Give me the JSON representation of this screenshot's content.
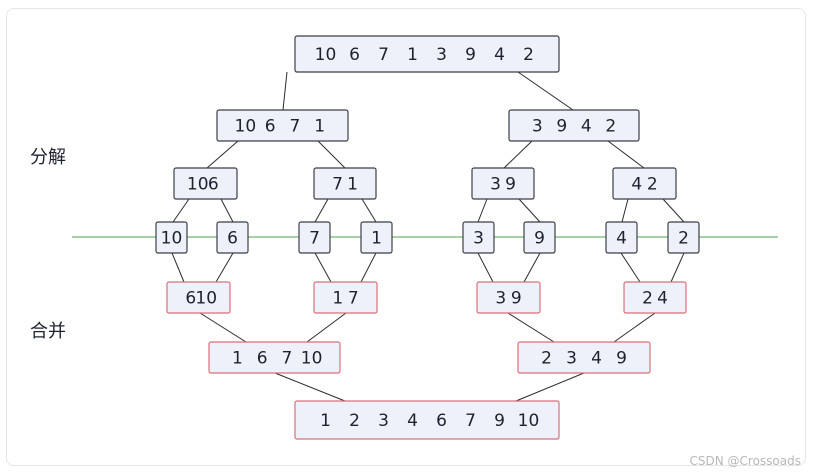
{
  "labels": {
    "split": "分解",
    "merge": "合并"
  },
  "watermark": "CSDN @Crossoads",
  "colors": {
    "split_border": "#3c3f48",
    "merge_border": "#d9707a",
    "box_fill": "#eef1f9",
    "divider": "#4fa34f"
  },
  "nodes": {
    "root": [
      "10",
      "6",
      "7",
      "1",
      "3",
      "9",
      "4",
      "2"
    ],
    "left_half": [
      "10",
      "6",
      "7",
      "1"
    ],
    "right_half": [
      "3",
      "9",
      "4",
      "2"
    ],
    "q1": [
      "10",
      "6"
    ],
    "q2": [
      "7",
      "1"
    ],
    "q3": [
      "3",
      "9"
    ],
    "q4": [
      "4",
      "2"
    ],
    "leaf1": [
      "10"
    ],
    "leaf2": [
      "6"
    ],
    "leaf3": [
      "7"
    ],
    "leaf4": [
      "1"
    ],
    "leaf5": [
      "3"
    ],
    "leaf6": [
      "9"
    ],
    "leaf7": [
      "4"
    ],
    "leaf8": [
      "2"
    ],
    "m1": [
      "6",
      "10"
    ],
    "m2": [
      "1",
      "7"
    ],
    "m3": [
      "3",
      "9"
    ],
    "m4": [
      "2",
      "4"
    ],
    "m5": [
      "1",
      "6",
      "7",
      "10"
    ],
    "m6": [
      "2",
      "3",
      "4",
      "9"
    ],
    "final": [
      "1",
      "2",
      "3",
      "4",
      "6",
      "7",
      "9",
      "10"
    ]
  }
}
